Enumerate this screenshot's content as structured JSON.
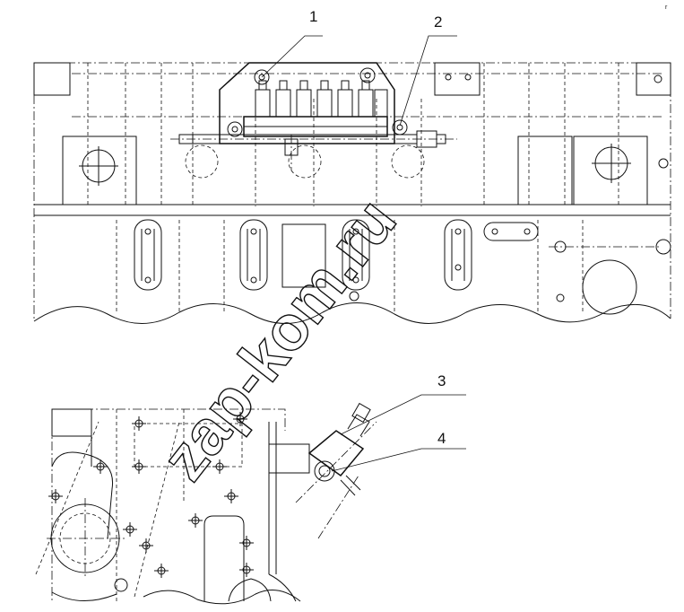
{
  "callouts": [
    {
      "id": "1",
      "label": "1"
    },
    {
      "id": "2",
      "label": "2"
    },
    {
      "id": "3",
      "label": "3"
    },
    {
      "id": "4",
      "label": "4"
    }
  ],
  "watermark": "zap-kom.ru",
  "corner_mark": "r",
  "colors": {
    "line": "#111111",
    "background": "#ffffff"
  }
}
